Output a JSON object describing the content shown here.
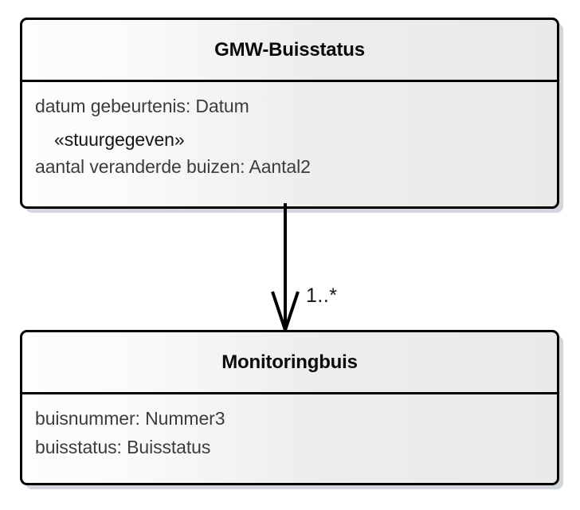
{
  "diagram": {
    "type": "uml-class-diagram",
    "background_color": "#ffffff",
    "border_color": "#000000",
    "fill_gradient_from": "#fdfdfd",
    "fill_gradient_to": "#e9e9e9",
    "shadow_color": "#969eb2",
    "title_text_color": "#0a0a0a",
    "attribute_text_color": "#3c3c3c"
  },
  "classes": [
    {
      "name": "GMW-Buisstatus",
      "attributes": [
        {
          "text": "datum gebeurtenis: Datum",
          "kind": "attribute"
        },
        {
          "text": "«sturgegeven»",
          "kind": "stereotype"
        },
        {
          "text": "aantal veranderde buizen: Aantal2",
          "kind": "attribute"
        }
      ]
    },
    {
      "name": "Monitoringbuis",
      "attributes": [
        {
          "text": "buisnummer: Nummer3",
          "kind": "attribute"
        },
        {
          "text": "buisstatus: Buisstatus",
          "kind": "attribute"
        }
      ]
    }
  ],
  "association": {
    "source": "GMW-Buisstatus",
    "target": "Monitoringbuis",
    "arrow_style": "open-arrowhead",
    "direction": "down",
    "target_multiplicity": "1..*"
  },
  "stereotype_label": "«stuurgegeven»"
}
